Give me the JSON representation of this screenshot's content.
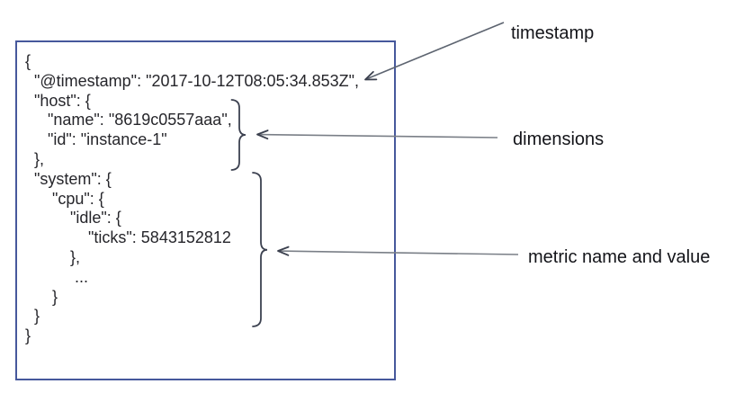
{
  "document": {
    "lines": [
      "{",
      "  \"@timestamp\": \"2017-10-12T08:05:34.853Z\",",
      "  \"host\": {",
      "     \"name\": \"8619c0557aaa\",",
      "     \"id\": \"instance-1\"",
      "  },",
      "  \"system\": {",
      "      \"cpu\": {",
      "          \"idle\": {",
      "              \"ticks\": 5843152812",
      "          },",
      "           ...",
      "      }",
      "  }",
      "}"
    ]
  },
  "annotations": [
    {
      "label": "timestamp"
    },
    {
      "label": "dimensions"
    },
    {
      "label": "metric name and value"
    }
  ],
  "colors": {
    "box_border": "#46589c",
    "code_text": "#26262b",
    "label_text": "#131419",
    "arrow_line": "#7a7f87",
    "arrow_head": "#3b404e",
    "brace": "#3c4150"
  }
}
